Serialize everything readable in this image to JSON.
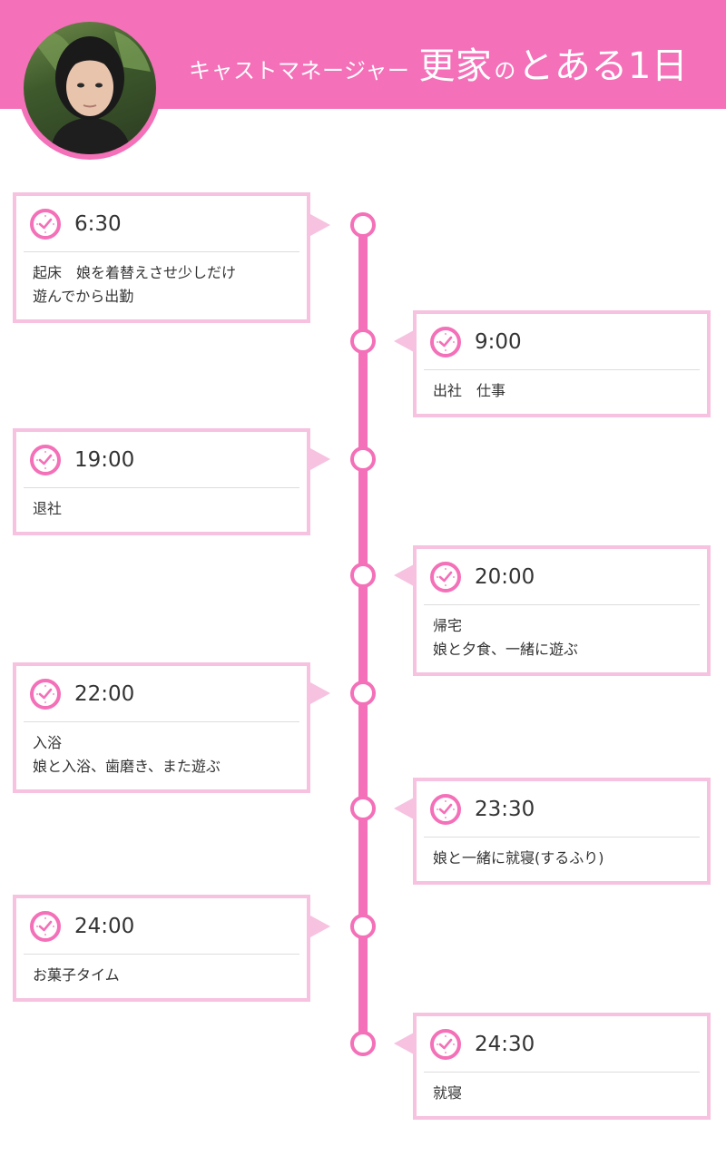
{
  "header": {
    "subtitle": "キャストマネージャー",
    "name": "更家",
    "particle": "の",
    "title_rest": "とある1日"
  },
  "colors": {
    "accent": "#f470b8",
    "card_border": "#f6c2e0"
  },
  "events": [
    {
      "time": "6:30",
      "lines": [
        "起床　娘を着替えさせ少しだけ",
        "遊んでから出勤"
      ],
      "side": "left"
    },
    {
      "time": "9:00",
      "lines": [
        "出社　仕事"
      ],
      "side": "right"
    },
    {
      "time": "19:00",
      "lines": [
        "退社"
      ],
      "side": "left"
    },
    {
      "time": "20:00",
      "lines": [
        "帰宅",
        "娘と夕食、一緒に遊ぶ"
      ],
      "side": "right"
    },
    {
      "time": "22:00",
      "lines": [
        "入浴",
        "娘と入浴、歯磨き、また遊ぶ"
      ],
      "side": "left"
    },
    {
      "time": "23:30",
      "lines": [
        "娘と一緒に就寝(するふり)"
      ],
      "side": "right"
    },
    {
      "time": "24:00",
      "lines": [
        "お菓子タイム"
      ],
      "side": "left"
    },
    {
      "time": "24:30",
      "lines": [
        "就寝"
      ],
      "side": "right"
    }
  ]
}
